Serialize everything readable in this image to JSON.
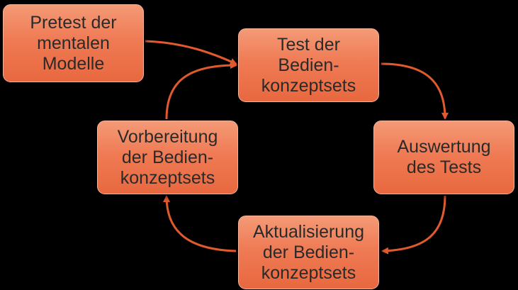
{
  "boxes": {
    "pretest": "Pretest der\nmentalen\nModelle",
    "test": "Test der\nBedien-\nkonzeptsets",
    "auswertung": "Auswertung\ndes Tests",
    "aktualisierung": "Aktualisierung\nder Bedien-\nkonzeptsets",
    "vorbereitung": "Vorbereitung\nder Bedien-\nkonzeptsets"
  },
  "colors": {
    "box_fill": "#ef7b55",
    "arrow": "#e05a2e",
    "text": "#2a2a2a",
    "background": "#000000"
  }
}
